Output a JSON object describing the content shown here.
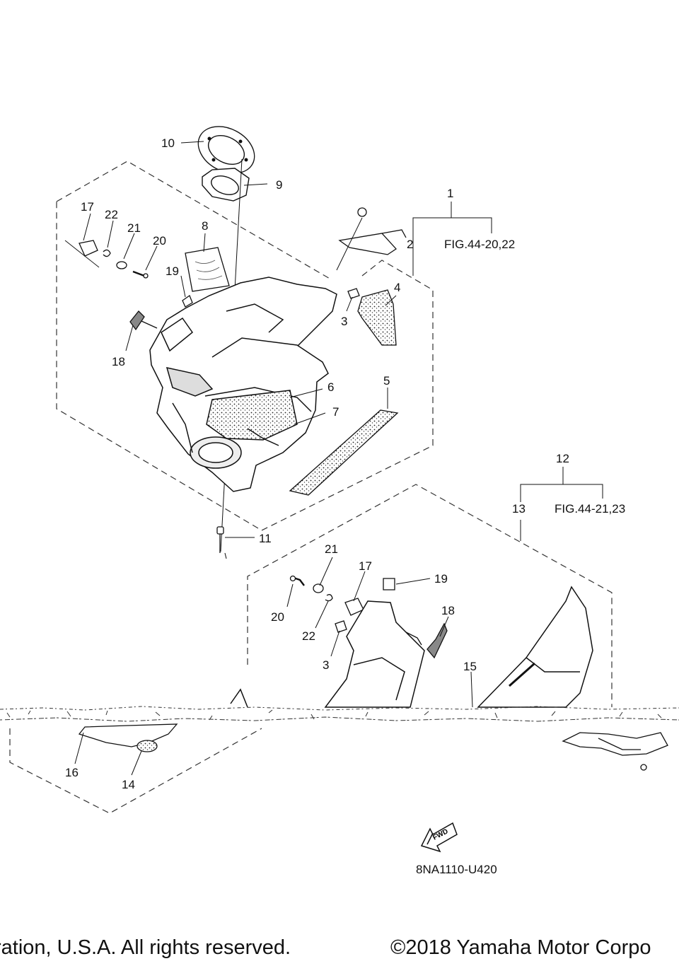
{
  "callouts": {
    "c1": "1",
    "c2": "2",
    "c3a": "3",
    "c4": "4",
    "c5": "5",
    "c6": "6",
    "c7": "7",
    "c8": "8",
    "c9": "9",
    "c10": "10",
    "c11": "11",
    "c12": "12",
    "c13": "13",
    "c14": "14",
    "c15": "15",
    "c16": "16",
    "c17a": "17",
    "c18a": "18",
    "c19a": "19",
    "c20a": "20",
    "c21a": "21",
    "c22a": "22",
    "c3b": "3",
    "c17b": "17",
    "c18b": "18",
    "c19b": "19",
    "c20b": "20",
    "c21b": "21",
    "c22b": "22"
  },
  "references": {
    "fig_upper": "FIG.44-20,22",
    "fig_lower": "FIG.44-21,23"
  },
  "fwd_badge": "FWD",
  "diagram_code": "8NA1110-U420",
  "footer": {
    "left_text": "ration, U.S.A. All rights reserved.",
    "right_text": "©2018 Yamaha Motor Corpo"
  }
}
